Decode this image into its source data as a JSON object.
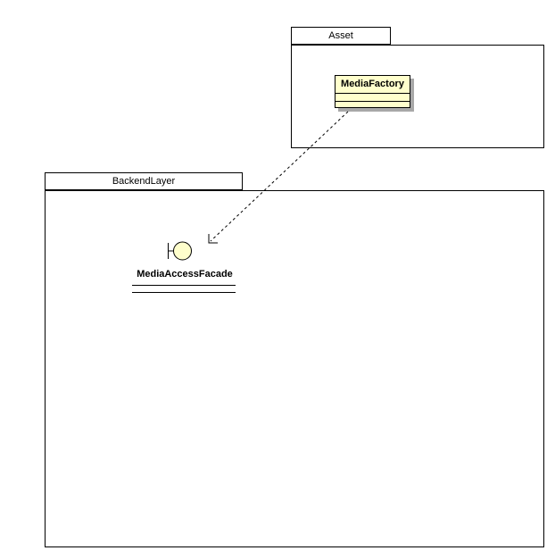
{
  "colors": {
    "canvas_background": "#ffffff",
    "node_fill": "#ffffcc",
    "node_border": "#000000",
    "node_shadow": "#a8a8a8",
    "line_color": "#000000"
  },
  "packages": {
    "asset": {
      "label": "Asset"
    },
    "backend": {
      "label": "BackendLayer"
    }
  },
  "nodes": {
    "media_factory": {
      "name": "MediaFactory",
      "type": "class",
      "empty_compartments": 2
    },
    "media_access_facade": {
      "name": "MediaAccessFacade",
      "type": "provided-interface-lollipop"
    }
  },
  "relations": {
    "dependency": {
      "from": "MediaFactory",
      "to": "MediaAccessFacade",
      "line_style": "dashed",
      "arrow_style": "open"
    }
  }
}
